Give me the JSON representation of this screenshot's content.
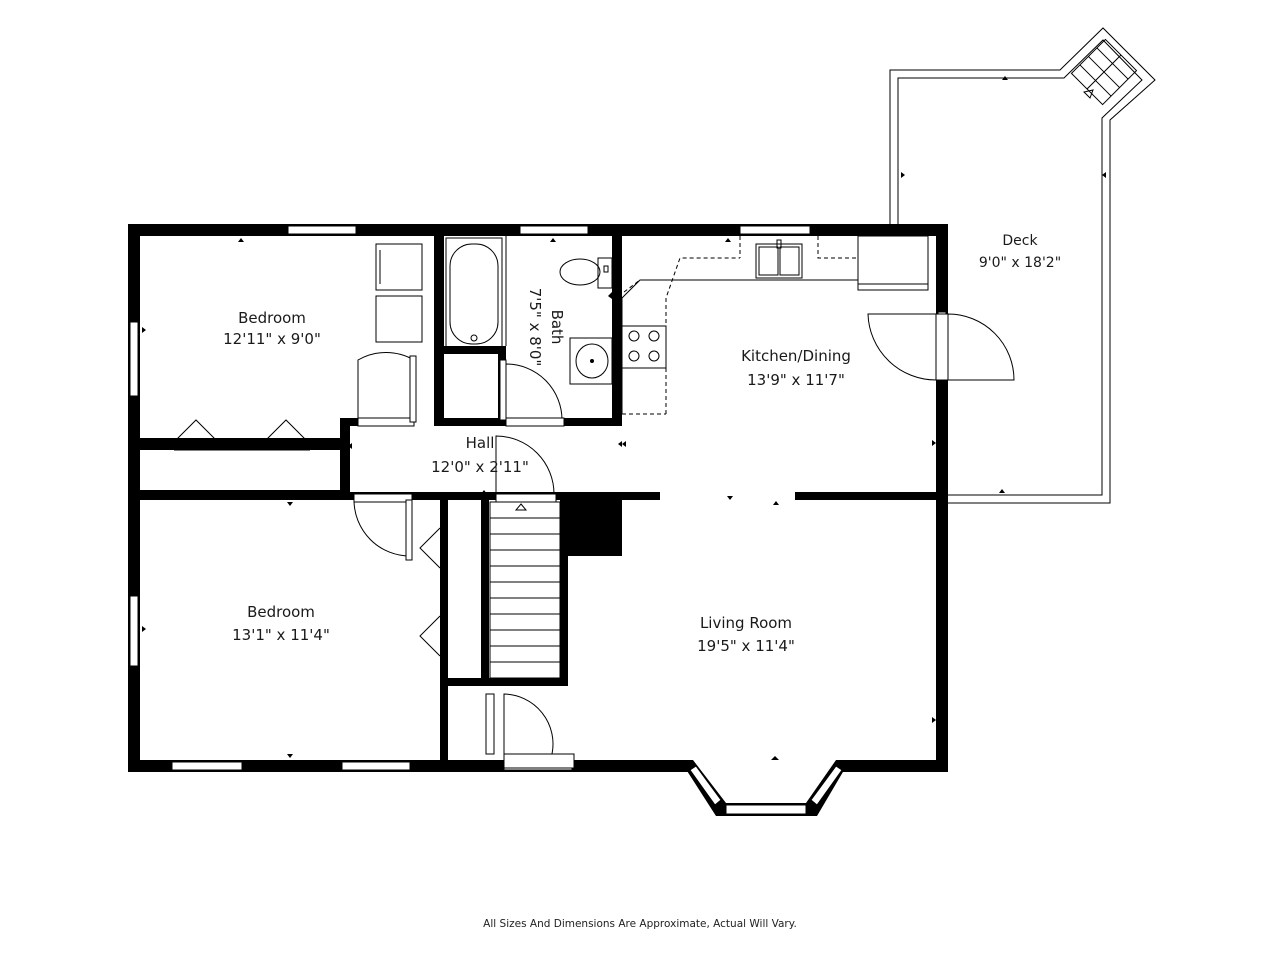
{
  "rooms": {
    "bedroom1": {
      "name": "Bedroom",
      "dims": "12'11\" x 9'0\""
    },
    "bath": {
      "name": "Bath",
      "dims": "7'5\" x 8'0\""
    },
    "kitchen": {
      "name": "Kitchen/Dining",
      "dims": "13'9\" x 11'7\""
    },
    "deck": {
      "name": "Deck",
      "dims": "9'0\" x 18'2\""
    },
    "hall": {
      "name": "Hall",
      "dims": "12'0\" x 2'11\""
    },
    "bedroom2": {
      "name": "Bedroom",
      "dims": "13'1\" x 11'4\""
    },
    "living": {
      "name": "Living Room",
      "dims": "19'5\" x 11'4\""
    }
  },
  "disclaimer": "All Sizes And Dimensions Are Approximate, Actual Will Vary."
}
